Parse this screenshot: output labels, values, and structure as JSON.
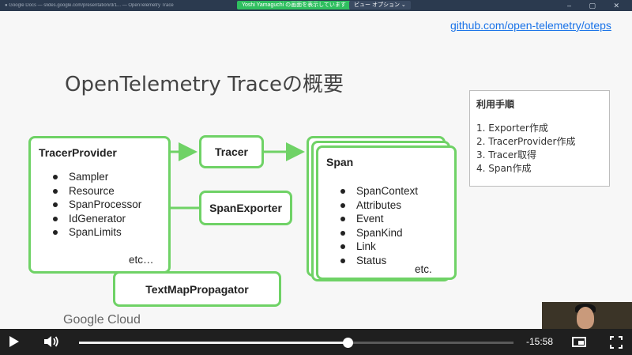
{
  "topbar": {
    "url_text": "● Google Docs — slides.google.com/presentation/d/1... — OpenTelemetry Trace",
    "share_banner": "Yoshi Yamaguchi の画面を表示しています",
    "view_options": "ビュー オプション ⌄",
    "window_controls": "‒ ▢ ✕"
  },
  "slide": {
    "link": "github.com/open-telemetry/oteps",
    "title": "OpenTelemetry Traceの概要",
    "steps": {
      "heading": "利用手順",
      "items": [
        "1. Exporter作成",
        "2. TracerProvider作成",
        "3. Tracer取得",
        "4. Span作成"
      ]
    },
    "tracer_provider": {
      "title": "TracerProvider",
      "items": [
        "Sampler",
        "Resource",
        "SpanProcessor",
        "IdGenerator",
        "SpanLimits"
      ],
      "etc": "etc…"
    },
    "tracer": {
      "title": "Tracer"
    },
    "span_exporter": {
      "title": "SpanExporter"
    },
    "text_map_propagator": {
      "title": "TextMapPropagator"
    },
    "span": {
      "title": "Span",
      "items": [
        "SpanContext",
        "Attributes",
        "Event",
        "SpanKind",
        "Link",
        "Status"
      ],
      "etc": "etc."
    },
    "footer_logo": "Google Cloud",
    "colors": {
      "accent_green": "#6fd266",
      "link_blue": "#1a73e8"
    }
  },
  "player": {
    "progress_fraction": 0.618,
    "time_remaining": "-15:58",
    "icons": [
      "play-icon",
      "volume-icon",
      "picture-in-picture-icon",
      "fullscreen-icon"
    ]
  }
}
